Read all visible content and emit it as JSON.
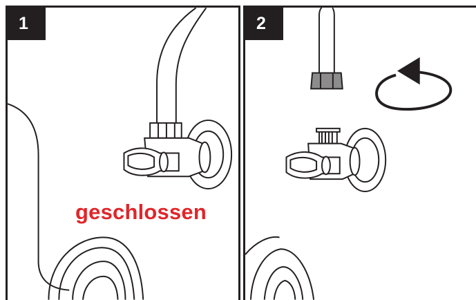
{
  "steps": [
    {
      "number": "1",
      "status_label": "geschlossen"
    },
    {
      "number": "2"
    }
  ],
  "colors": {
    "frame": "#231f20",
    "status": "#e0262a",
    "nut": "#8c8c8c"
  },
  "icons": [
    "angle-valve-icon",
    "supply-hose-icon",
    "rotate-counterclockwise-icon",
    "drain-flange-icon"
  ]
}
